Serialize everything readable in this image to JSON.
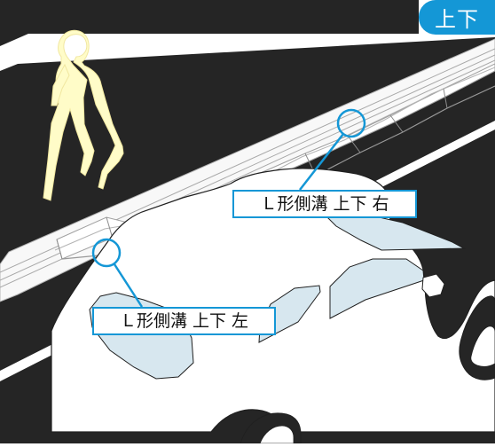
{
  "badge": {
    "label": "上下"
  },
  "callouts": {
    "right": "Ｌ形側溝  上下  右",
    "left": "Ｌ形側溝  上下  左"
  },
  "colors": {
    "accent": "#1497d6",
    "road": "#252525",
    "pedestrian": "#fffcc8",
    "car": "#ffffff",
    "glass": "#d7e7ef"
  },
  "icons": {
    "pedestrian": "pedestrian-icon",
    "car": "car-icon"
  }
}
